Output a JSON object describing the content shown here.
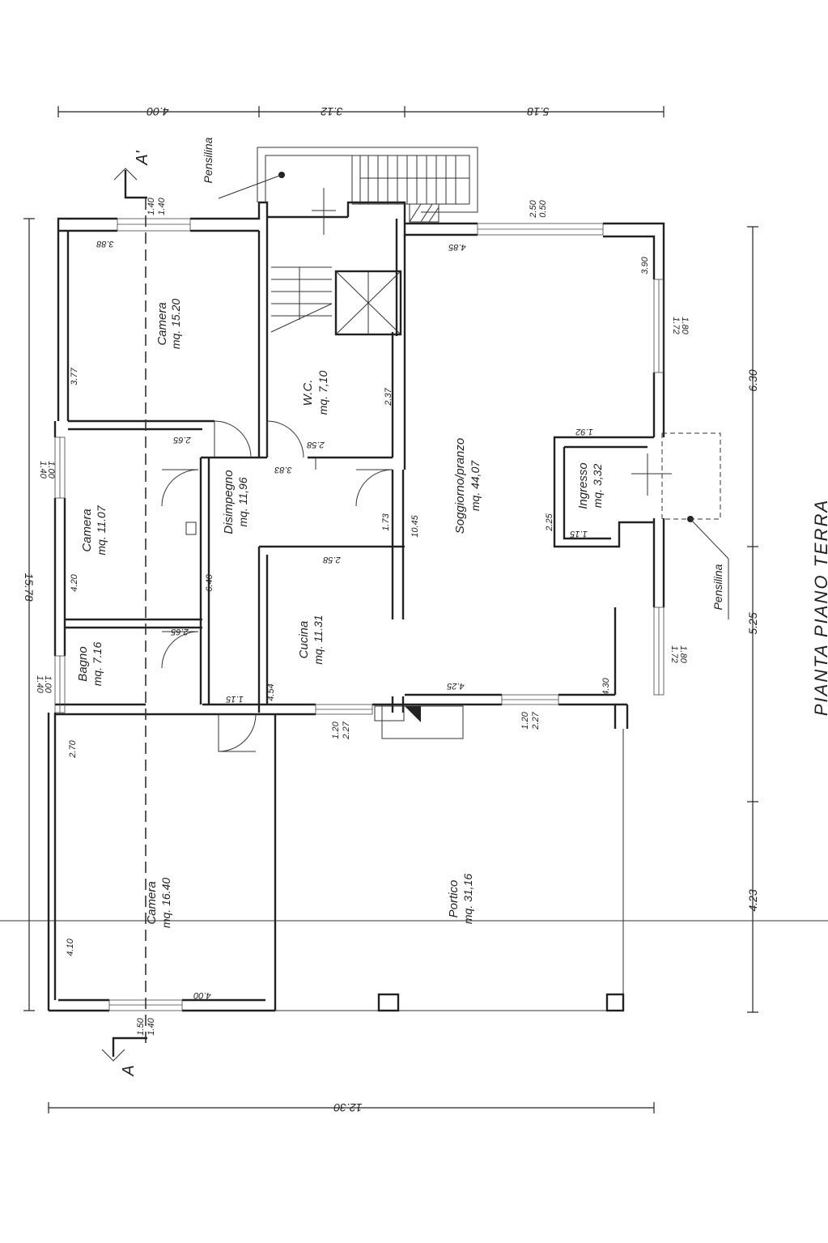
{
  "plan_title": "PIANTA PIANO TERRA",
  "section_marks": {
    "top": "A'",
    "bottom": "A"
  },
  "canopy_labels": {
    "top": "Pensilina",
    "right": "Pensilina"
  },
  "rooms": [
    {
      "name": "Camera",
      "area": "mq. 15.20"
    },
    {
      "name": "W.C.",
      "area": "mq. 7,10"
    },
    {
      "name": "Soggiorno/pranzo",
      "area": "mq. 44,07"
    },
    {
      "name": "Ingresso",
      "area": "mq. 3,32"
    },
    {
      "name": "Camera",
      "area": "mq. 11.07"
    },
    {
      "name": "Disimpegno",
      "area": "mq. 11,96"
    },
    {
      "name": "Cucina",
      "area": "mq. 11.31"
    },
    {
      "name": "Bagno",
      "area": "mq. 7.16"
    },
    {
      "name": "Camera",
      "area": "mq. 16.40"
    },
    {
      "name": "Portico",
      "area": "mq. 31,16"
    }
  ],
  "dimensions": {
    "top": [
      "4.00",
      "3.12",
      "5.18"
    ],
    "left": "15.78",
    "bottom": "12.30",
    "right": [
      "6.30",
      "5.25",
      "4.23"
    ],
    "interior": [
      "3.88",
      "3.77",
      "2.65",
      "1.40",
      "1.00",
      "4.20",
      "2.65",
      "1.40",
      "1.00",
      "2.70",
      "1.15",
      "4.00",
      "4.10",
      "1.50",
      "1.40",
      "1.40",
      "1.40",
      "6.40",
      "3.83",
      "2.58",
      "2.37",
      "2.58",
      "4.54",
      "1.20",
      "2.27",
      "1.73",
      "10.45",
      "4.85",
      "2.50",
      "0.50",
      "3.90",
      "1.72",
      "1.80",
      "1.92",
      "2.25",
      "1.15",
      "4.25",
      "1.20",
      "2.27",
      "4.30",
      "1.72",
      "1.80"
    ]
  }
}
